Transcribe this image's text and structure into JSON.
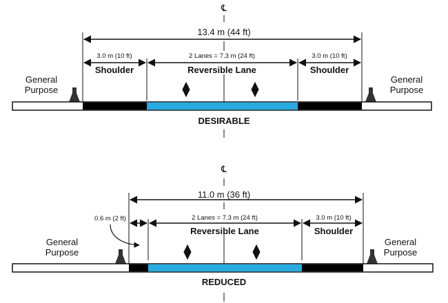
{
  "centerline_symbol": "CL",
  "colors": {
    "lane": "#29abe2",
    "shoulder": "#000000",
    "general_purpose": "#ffffff",
    "barrier": "#333333"
  },
  "desirable": {
    "total_width": "13.4 m (44 ft)",
    "left_shoulder_width": "3.0 m (10 ft)",
    "lanes_width": "2 Lanes = 7.3 m (24 ft)",
    "right_shoulder_width": "3.0 m (10 ft)",
    "left_shoulder_label": "Shoulder",
    "lane_label": "Reversible Lane",
    "right_shoulder_label": "Shoulder",
    "left_gp": [
      "General",
      "Purpose"
    ],
    "right_gp": [
      "General",
      "Purpose"
    ],
    "caption": "DESIRABLE"
  },
  "reduced": {
    "total_width": "11.0 m (36 ft)",
    "left_buffer_width": "0.6 m (2 ft)",
    "lanes_width": "2 Lanes = 7.3 m (24 ft)",
    "right_shoulder_width": "3.0 m (10 ft)",
    "lane_label": "Reversible Lane",
    "right_shoulder_label": "Shoulder",
    "left_gp": [
      "General",
      "Purpose"
    ],
    "right_gp": [
      "General",
      "Purpose"
    ],
    "caption": "REDUCED"
  }
}
